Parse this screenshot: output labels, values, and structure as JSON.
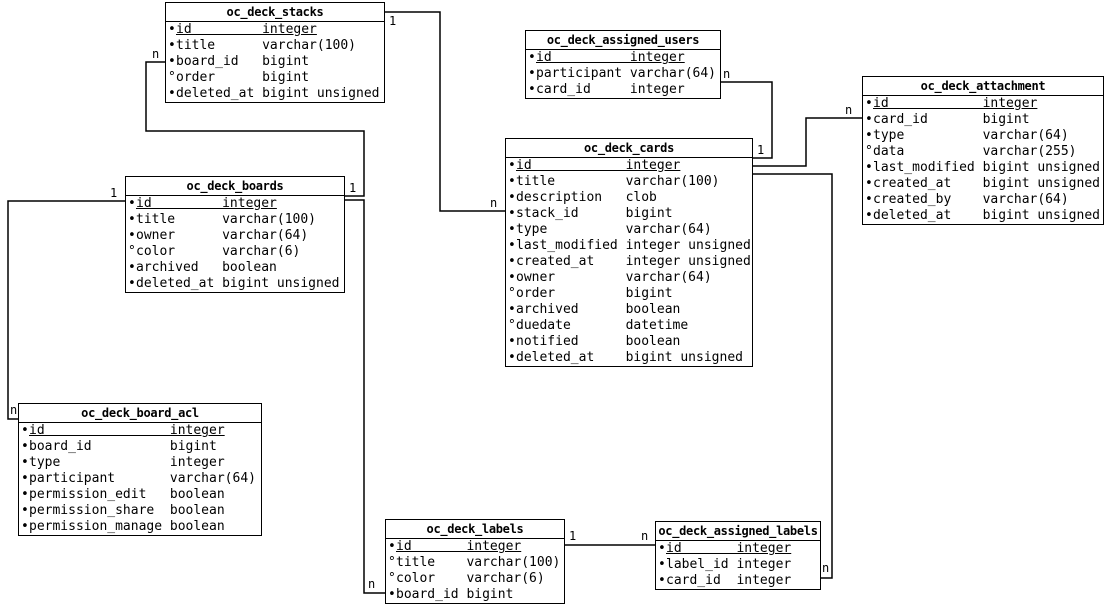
{
  "diagram": {
    "bullets": {
      "filled": "•",
      "hollow": "°"
    },
    "entities": [
      {
        "title": "oc_deck_stacks",
        "columns": [
          {
            "bullet": "filled",
            "pk": true,
            "name": "id",
            "type": "integer"
          },
          {
            "bullet": "filled",
            "name": "title",
            "type": "varchar(100)"
          },
          {
            "bullet": "filled",
            "name": "board_id",
            "type": "bigint"
          },
          {
            "bullet": "hollow",
            "name": "order",
            "type": "bigint"
          },
          {
            "bullet": "filled",
            "name": "deleted_at",
            "type": "bigint unsigned"
          }
        ]
      },
      {
        "title": "oc_deck_assigned_users",
        "columns": [
          {
            "bullet": "filled",
            "pk": true,
            "name": "id",
            "type": "integer"
          },
          {
            "bullet": "filled",
            "name": "participant",
            "type": "varchar(64)"
          },
          {
            "bullet": "filled",
            "name": "card_id",
            "type": "integer"
          }
        ]
      },
      {
        "title": "oc_deck_attachment",
        "columns": [
          {
            "bullet": "filled",
            "pk": true,
            "name": "id",
            "type": "integer"
          },
          {
            "bullet": "filled",
            "name": "card_id",
            "type": "bigint"
          },
          {
            "bullet": "filled",
            "name": "type",
            "type": "varchar(64)"
          },
          {
            "bullet": "hollow",
            "name": "data",
            "type": "varchar(255)"
          },
          {
            "bullet": "filled",
            "name": "last_modified",
            "type": "bigint unsigned"
          },
          {
            "bullet": "filled",
            "name": "created_at",
            "type": "bigint unsigned"
          },
          {
            "bullet": "filled",
            "name": "created_by",
            "type": "varchar(64)"
          },
          {
            "bullet": "filled",
            "name": "deleted_at",
            "type": "bigint unsigned"
          }
        ]
      },
      {
        "title": "oc_deck_cards",
        "columns": [
          {
            "bullet": "filled",
            "pk": true,
            "name": "id",
            "type": "integer"
          },
          {
            "bullet": "filled",
            "name": "title",
            "type": "varchar(100)"
          },
          {
            "bullet": "filled",
            "name": "description",
            "type": "clob"
          },
          {
            "bullet": "filled",
            "name": "stack_id",
            "type": "bigint"
          },
          {
            "bullet": "filled",
            "name": "type",
            "type": "varchar(64)"
          },
          {
            "bullet": "filled",
            "name": "last_modified",
            "type": "integer unsigned"
          },
          {
            "bullet": "filled",
            "name": "created_at",
            "type": "integer unsigned"
          },
          {
            "bullet": "filled",
            "name": "owner",
            "type": "varchar(64)"
          },
          {
            "bullet": "hollow",
            "name": "order",
            "type": "bigint"
          },
          {
            "bullet": "filled",
            "name": "archived",
            "type": "boolean"
          },
          {
            "bullet": "hollow",
            "name": "duedate",
            "type": "datetime"
          },
          {
            "bullet": "filled",
            "name": "notified",
            "type": "boolean"
          },
          {
            "bullet": "filled",
            "name": "deleted_at",
            "type": "bigint unsigned"
          }
        ]
      },
      {
        "title": "oc_deck_boards",
        "columns": [
          {
            "bullet": "filled",
            "pk": true,
            "name": "id",
            "type": "integer"
          },
          {
            "bullet": "filled",
            "name": "title",
            "type": "varchar(100)"
          },
          {
            "bullet": "filled",
            "name": "owner",
            "type": "varchar(64)"
          },
          {
            "bullet": "hollow",
            "name": "color",
            "type": "varchar(6)"
          },
          {
            "bullet": "filled",
            "name": "archived",
            "type": "boolean"
          },
          {
            "bullet": "filled",
            "name": "deleted_at",
            "type": "bigint unsigned"
          }
        ]
      },
      {
        "title": "oc_deck_board_acl",
        "columns": [
          {
            "bullet": "filled",
            "pk": true,
            "name": "id",
            "type": "integer"
          },
          {
            "bullet": "filled",
            "name": "board_id",
            "type": "bigint"
          },
          {
            "bullet": "filled",
            "name": "type",
            "type": "integer"
          },
          {
            "bullet": "filled",
            "name": "participant",
            "type": "varchar(64)"
          },
          {
            "bullet": "filled",
            "name": "permission_edit",
            "type": "boolean"
          },
          {
            "bullet": "filled",
            "name": "permission_share",
            "type": "boolean"
          },
          {
            "bullet": "filled",
            "name": "permission_manage",
            "type": "boolean"
          }
        ]
      },
      {
        "title": "oc_deck_labels",
        "columns": [
          {
            "bullet": "filled",
            "pk": true,
            "name": "id",
            "type": "integer"
          },
          {
            "bullet": "hollow",
            "name": "title",
            "type": "varchar(100)"
          },
          {
            "bullet": "hollow",
            "name": "color",
            "type": "varchar(6)"
          },
          {
            "bullet": "filled",
            "name": "board_id",
            "type": "bigint"
          }
        ]
      },
      {
        "title": "oc_deck_assigned_labels",
        "columns": [
          {
            "bullet": "filled",
            "pk": true,
            "name": "id",
            "type": "integer"
          },
          {
            "bullet": "filled",
            "name": "label_id",
            "type": "integer"
          },
          {
            "bullet": "filled",
            "name": "card_id",
            "type": "integer"
          }
        ]
      }
    ],
    "relationships": [
      {
        "from": "oc_deck_boards",
        "to": "oc_deck_stacks",
        "from_card": "1",
        "to_card": "n"
      },
      {
        "from": "oc_deck_stacks",
        "to": "oc_deck_cards",
        "from_card": "1",
        "to_card": "n"
      },
      {
        "from": "oc_deck_boards",
        "to": "oc_deck_board_acl",
        "from_card": "1",
        "to_card": "n"
      },
      {
        "from": "oc_deck_boards",
        "to": "oc_deck_labels",
        "from_card": "1",
        "to_card": "n"
      },
      {
        "from": "oc_deck_cards",
        "to": "oc_deck_assigned_users",
        "from_card": "1",
        "to_card": "n"
      },
      {
        "from": "oc_deck_cards",
        "to": "oc_deck_attachment",
        "from_card": "1",
        "to_card": "n"
      },
      {
        "from": "oc_deck_cards",
        "to": "oc_deck_assigned_labels",
        "from_card": "1",
        "to_card": "n"
      },
      {
        "from": "oc_deck_labels",
        "to": "oc_deck_assigned_labels",
        "from_card": "1",
        "to_card": "n"
      }
    ]
  },
  "colors": {
    "line": "#000000",
    "background": "#ffffff",
    "text": "#000000"
  }
}
